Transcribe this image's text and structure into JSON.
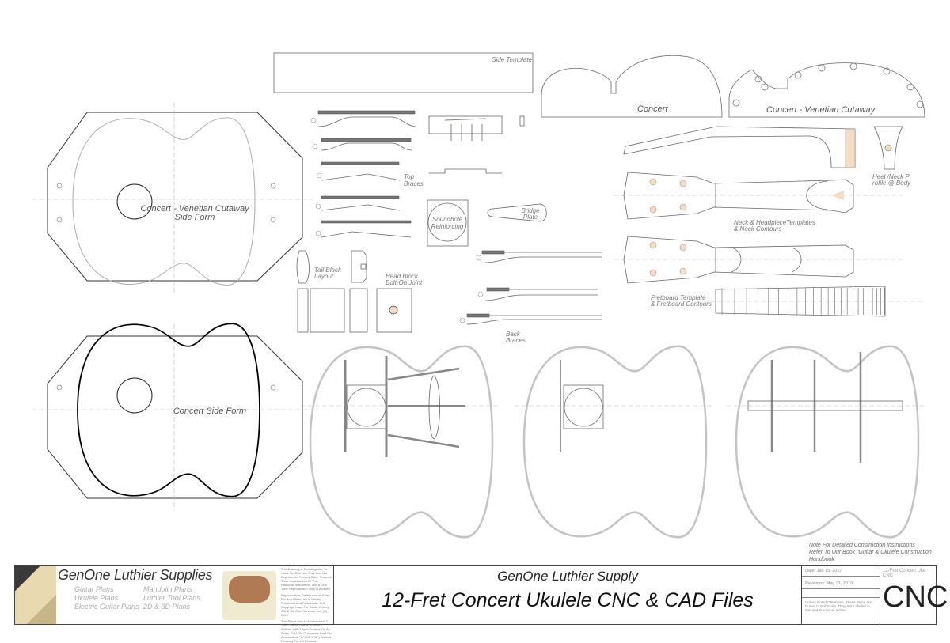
{
  "drawing": {
    "side_template": "Side Template",
    "concert_mold": "Concert",
    "venetian_mold": "Concert - Venetian Cutaway",
    "side_form_cutaway": [
      "Concert - Venetian Cutaway",
      "Side Form"
    ],
    "side_form": "Concert Side Form",
    "top_braces": [
      "Top",
      "Braces"
    ],
    "soundhole_reinforcing": [
      "Soundhole",
      "Reinforcing"
    ],
    "bridge_plate": [
      "Bridge",
      "Plate"
    ],
    "tail_block": [
      "Tail Block",
      "Layout"
    ],
    "head_block": [
      "Head Block",
      "Bolt-On Joint"
    ],
    "back_braces": [
      "Back",
      "Braces"
    ],
    "heel_profile": [
      "Heel /Neck P",
      "rofile @ Body"
    ],
    "neck_templates": [
      "Neck & HeadpieceTemplates",
      "& Neck Contours"
    ],
    "fretboard": [
      "Fretboard Template",
      "& Fretboard Contours"
    ],
    "accent_wood": "#f5dcc4"
  },
  "note": [
    "Note For Detailed Construction Instructions",
    "Refer To Our Book \"Guitar & Ukulele Construction",
    "Handbook"
  ],
  "title_block": {
    "brand": "GenOne Luthier Supplies",
    "plans_col1": [
      "Guitar Plans",
      "Ukulele Plans",
      "Electric Guitar Plans"
    ],
    "plans_col2": [
      "Mandolin Plans",
      "Luthier Tool Plans",
      "2D & 3D Plans"
    ],
    "legal": [
      "This Drawing or Drawings Are To Used For One Use Only And Not Reproduced For Any Other Purpose Than Construction Of This Particular Instrument, and a One Time Reproduction Only is Allowed",
      "Reproduction, Distribution or Sales For Any Other Use is Strictly Prohibited And Falls Under U.S Copyright Laws For David Verburg AIA & GenOne Services, Inc. (C) 2019",
      "This Sheet Size Is Architectural D Size Overall Size is 914mm x 609mm With 14mm Borders On All Sides. For USA Customers Print On Architectural \"D\" (24\" x 36\") Without Resizing For 1:1 Printout"
    ],
    "company": "GenOne Luthier Supply",
    "title": "12-Fret Concert Ukulele CNC & CAD Files",
    "date": "Date: Jan 15, 2017",
    "revisions": "Revisions: May 31, 2019",
    "scale_note": "Unless Noted Otherwise, These Plans Are Drawn to Full Scale. They Are Labeled in mm and Fractional Inches",
    "sheet_name": "12-Fret Concert Uke CNC",
    "sheet_code": "CNC"
  }
}
